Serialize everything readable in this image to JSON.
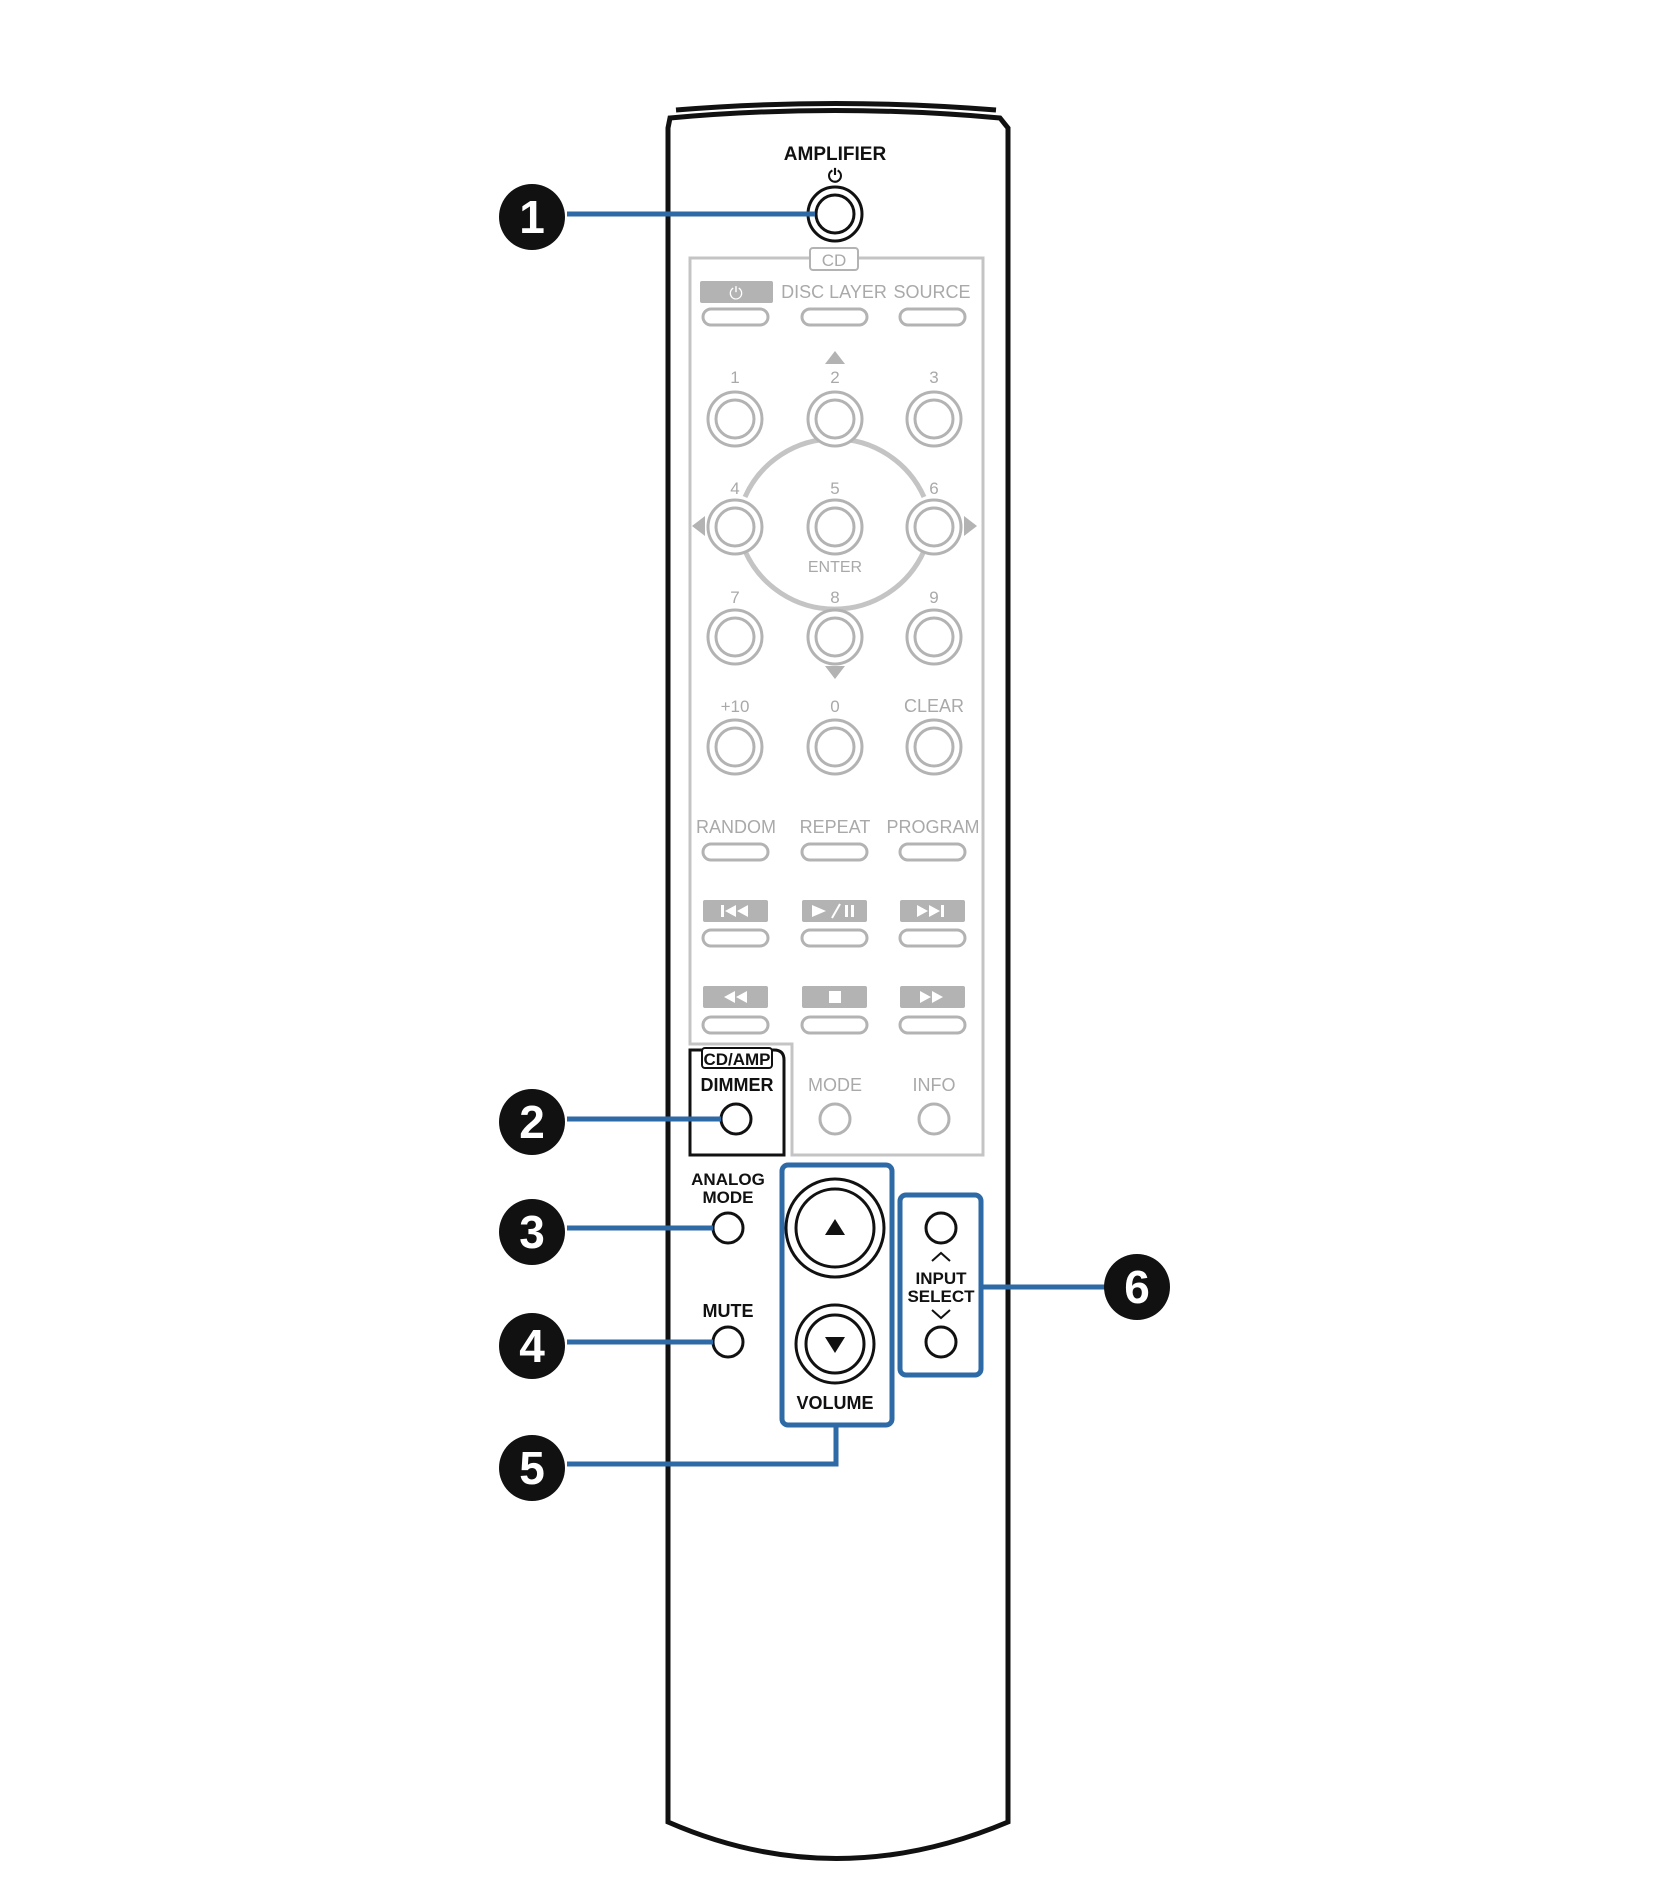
{
  "labels": {
    "amplifier": "AMPLIFIER",
    "power_symbol": "⏻",
    "cd_tag": "CD",
    "disc_layer": "DISC LAYER",
    "source": "SOURCE",
    "num1": "1",
    "num2": "2",
    "num3": "3",
    "num4": "4",
    "num5": "5",
    "num6": "6",
    "num7": "7",
    "num8": "8",
    "num9": "9",
    "enter": "ENTER",
    "plus10": "+10",
    "num0": "0",
    "clear": "CLEAR",
    "random": "RANDOM",
    "repeat": "REPEAT",
    "program": "PROGRAM",
    "cd_amp": "CD/AMP",
    "dimmer": "DIMMER",
    "mode": "MODE",
    "info": "INFO",
    "analog": "ANALOG",
    "mode2": "MODE",
    "mute": "MUTE",
    "volume": "VOLUME",
    "input": "INPUT",
    "select": "SELECT"
  },
  "callouts": [
    "1",
    "2",
    "3",
    "4",
    "5",
    "6"
  ],
  "colors": {
    "callout_blue": "#2e6aa6",
    "inactive_gray": "#b3b3b3",
    "outline_black": "#111111"
  }
}
